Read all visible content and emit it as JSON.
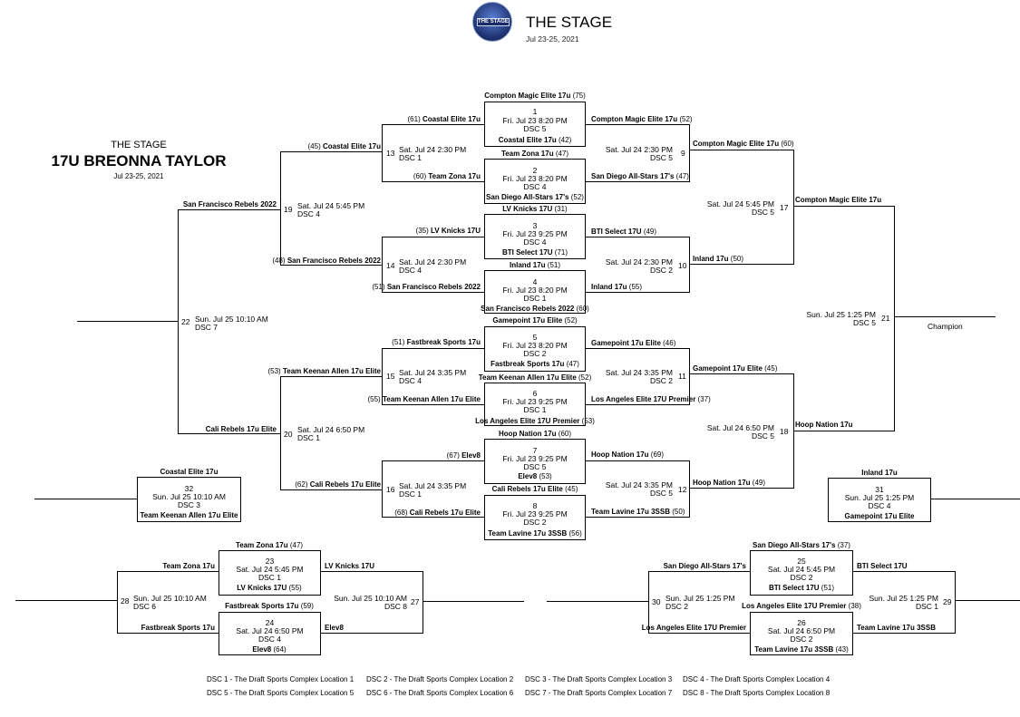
{
  "header": {
    "logo_text": "THE STAGE",
    "title": "THE STAGE",
    "dates": "Jul 23-25, 2021"
  },
  "division": {
    "event": "THE STAGE",
    "name": "17U BREONNA TAYLOR",
    "dates": "Jul 23-25, 2021"
  },
  "champion_label": "Champion",
  "games": {
    "g1": {
      "top": "Compton Magic Elite 17u",
      "top_score": "(75)",
      "num": "1",
      "time": "Fri. Jul 23 8:20 PM",
      "court": "DSC 5",
      "bottom": "Coastal Elite 17u",
      "bottom_score": "(42)"
    },
    "g2": {
      "top": "Team Zona 17u",
      "top_score": "(47)",
      "num": "2",
      "time": "Fri. Jul 23 8:20 PM",
      "court": "DSC 4",
      "bottom": "San Diego All-Stars 17's",
      "bottom_score": "(52)"
    },
    "g3": {
      "top": "LV Knicks 17U",
      "top_score": "(31)",
      "num": "3",
      "time": "Fri. Jul 23 9:25 PM",
      "court": "DSC 4",
      "bottom": "BTI Select 17U",
      "bottom_score": "(71)"
    },
    "g4": {
      "top": "Inland 17u",
      "top_score": "(51)",
      "num": "4",
      "time": "Fri. Jul 23 8:20 PM",
      "court": "DSC 1",
      "bottom": "San Francisco Rebels 2022",
      "bottom_score": "(60)"
    },
    "g5": {
      "top": "Gamepoint 17u Elite",
      "top_score": "(52)",
      "num": "5",
      "time": "Fri. Jul 23 8:20 PM",
      "court": "DSC 2",
      "bottom": "Fastbreak Sports 17u",
      "bottom_score": "(47)"
    },
    "g6": {
      "top": "Team Keenan Allen 17u Elite",
      "top_score": "(52)",
      "num": "6",
      "time": "Fri. Jul 23 9:25 PM",
      "court": "DSC 1",
      "bottom": "Los Angeles Elite 17U Premier",
      "bottom_score": "(53)"
    },
    "g7": {
      "top": "Hoop Nation 17u",
      "top_score": "(60)",
      "num": "7",
      "time": "Fri. Jul 23 9:25 PM",
      "court": "DSC 5",
      "bottom": "Elev8",
      "bottom_score": "(53)"
    },
    "g8": {
      "top": "Cali Rebels 17u Elite",
      "top_score": "(45)",
      "num": "8",
      "time": "Fri. Jul 23 9:25 PM",
      "court": "DSC 2",
      "bottom": "Team Lavine 17u 3SSB",
      "bottom_score": "(56)"
    },
    "g9": {
      "num": "9",
      "time": "Sat. Jul 24 2:30 PM",
      "court": "DSC 5",
      "top": "Compton Magic Elite 17u",
      "top_score": "(52)",
      "bottom": "San Diego All-Stars 17's",
      "bottom_score": "(47)",
      "winner": "Compton Magic Elite 17u",
      "winner_score": "(60)"
    },
    "g10": {
      "num": "10",
      "time": "Sat. Jul 24 2:30 PM",
      "court": "DSC 2",
      "top": "BTI Select 17U",
      "top_score": "(49)",
      "bottom": "Inland 17u",
      "bottom_score": "(55)",
      "winner": "Inland 17u",
      "winner_score": "(50)"
    },
    "g11": {
      "num": "11",
      "time": "Sat. Jul 24 3:35 PM",
      "court": "DSC 2",
      "top": "Gamepoint 17u Elite",
      "top_score": "(46)",
      "bottom": "Los Angeles Elite 17U Premier",
      "bottom_score": "(37)",
      "winner": "Gamepoint 17u Elite",
      "winner_score": "(45)"
    },
    "g12": {
      "num": "12",
      "time": "Sat. Jul 24 3:35 PM",
      "court": "DSC 5",
      "top": "Hoop Nation 17u",
      "top_score": "(69)",
      "bottom": "Team Lavine 17u 3SSB",
      "bottom_score": "(50)",
      "winner": "Hoop Nation 17u",
      "winner_score": "(49)"
    },
    "g13": {
      "num": "13",
      "time": "Sat. Jul 24 2:30 PM",
      "court": "DSC 1",
      "top": "Coastal Elite 17u",
      "top_score": "(61)",
      "bottom": "Team Zona 17u",
      "bottom_score": "(60)",
      "winner": "Coastal Elite 17u",
      "winner_score": "(45)"
    },
    "g14": {
      "num": "14",
      "time": "Sat. Jul 24 2:30 PM",
      "court": "DSC 4",
      "top": "LV Knicks 17U",
      "top_score": "(35)",
      "bottom": "San Francisco Rebels 2022",
      "bottom_score": "(51)",
      "winner": "San Francisco Rebels 2022",
      "winner_score": "(48)"
    },
    "g15": {
      "num": "15",
      "time": "Sat. Jul 24 3:35 PM",
      "court": "DSC 4",
      "top": "Fastbreak Sports 17u",
      "top_score": "(51)",
      "bottom": "Team Keenan Allen 17u Elite",
      "bottom_score": "(55)",
      "winner": "Team Keenan Allen 17u Elite",
      "winner_score": "(53)"
    },
    "g16": {
      "num": "16",
      "time": "Sat. Jul 24 3:35 PM",
      "court": "DSC 1",
      "top": "Elev8",
      "top_score": "(67)",
      "bottom": "Cali Rebels 17u Elite",
      "bottom_score": "(68)",
      "winner": "Cali Rebels 17u Elite",
      "winner_score": "(62)"
    },
    "g17": {
      "num": "17",
      "time": "Sat. Jul 24 5:45 PM",
      "court": "DSC 5",
      "winner": "Compton Magic Elite 17u"
    },
    "g18": {
      "num": "18",
      "time": "Sat. Jul 24 6:50 PM",
      "court": "DSC 5",
      "winner": "Hoop Nation 17u"
    },
    "g19": {
      "num": "19",
      "time": "Sat. Jul 24 5:45 PM",
      "court": "DSC 4",
      "winner": "San Francisco Rebels 2022"
    },
    "g20": {
      "num": "20",
      "time": "Sat. Jul 24 6:50 PM",
      "court": "DSC 1",
      "winner": "Cali Rebels 17u Elite"
    },
    "g21": {
      "num": "21",
      "time": "Sun. Jul 25 1:25 PM",
      "court": "DSC 5"
    },
    "g22": {
      "num": "22",
      "time": "Sun. Jul 25 10:10 AM",
      "court": "DSC 7"
    },
    "g23": {
      "top": "Team Zona 17u",
      "top_score": "(47)",
      "num": "23",
      "time": "Sat. Jul 24 5:45 PM",
      "court": "DSC 1",
      "bottom": "LV Knicks 17U",
      "bottom_score": "(55)"
    },
    "g24": {
      "top": "Fastbreak Sports 17u",
      "top_score": "(59)",
      "num": "24",
      "time": "Sat. Jul 24 6:50 PM",
      "court": "DSC 4",
      "bottom": "Elev8",
      "bottom_score": "(64)"
    },
    "g25": {
      "top": "San Diego All-Stars 17's",
      "top_score": "(37)",
      "num": "25",
      "time": "Sat. Jul 24 5:45 PM",
      "court": "DSC 2",
      "bottom": "BTI Select 17U",
      "bottom_score": "(51)"
    },
    "g26": {
      "top": "Los Angeles Elite 17U Premier",
      "top_score": "(38)",
      "num": "26",
      "time": "Sat. Jul 24 6:50 PM",
      "court": "DSC 2",
      "bottom": "Team Lavine 17u 3SSB",
      "bottom_score": "(43)"
    },
    "g27": {
      "num": "27",
      "time": "Sun. Jul 25 10:10 AM",
      "court": "DSC 8",
      "top": "LV Knicks 17U",
      "bottom": "Elev8"
    },
    "g28": {
      "num": "28",
      "time": "Sun. Jul 25 10:10 AM",
      "court": "DSC 6",
      "top": "Team Zona 17u",
      "bottom": "Fastbreak Sports 17u"
    },
    "g29": {
      "num": "29",
      "time": "Sun. Jul 25 1:25 PM",
      "court": "DSC 1",
      "top": "BTI Select 17U",
      "bottom": "Team Lavine 17u 3SSB"
    },
    "g30": {
      "num": "30",
      "time": "Sun. Jul 25 1:25 PM",
      "court": "DSC 2",
      "top": "San Diego All-Stars 17's",
      "bottom": "Los Angeles Elite 17U Premier"
    },
    "g31": {
      "top": "Inland 17u",
      "num": "31",
      "time": "Sun. Jul 25 1:25 PM",
      "court": "DSC 4",
      "bottom": "Gamepoint 17u Elite"
    },
    "g32": {
      "top": "Coastal Elite 17u",
      "num": "32",
      "time": "Sun. Jul 25 10:10 AM",
      "court": "DSC 3",
      "bottom": "Team Keenan Allen 17u Elite"
    }
  },
  "legend": [
    "DSC 1 - The Draft Sports Complex Location 1",
    "DSC 2 - The Draft Sports Complex Location 2",
    "DSC 3 - The Draft Sports Complex Location 3",
    "DSC 4 - The Draft Sports Complex Location 4",
    "DSC 5 - The Draft Sports Complex Location 5",
    "DSC 6 - The Draft Sports Complex Location 6",
    "DSC 7 - The Draft Sports Complex Location 7",
    "DSC 8 - The Draft Sports Complex Location 8"
  ]
}
